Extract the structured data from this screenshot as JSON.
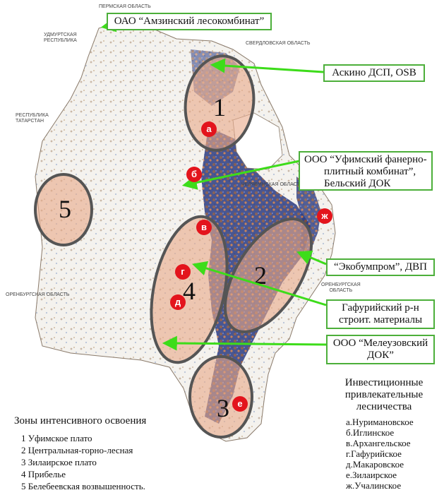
{
  "zone_labels": [
    "1",
    "2",
    "3",
    "4",
    "5"
  ],
  "forestry_markers": [
    "а",
    "б",
    "в",
    "г",
    "д",
    "е",
    "ж"
  ],
  "callouts": {
    "amzinsky": "ОАО “Амзинский лесокомбинат”",
    "askino": "Аскино ДСП, OSB",
    "ufimsky_line1": "ООО “Уфимский фанерно-",
    "ufimsky_line2": "плитный комбинат”,",
    "ufimsky_line3": "Бельский ДОК",
    "ekobumprom": "“Экобумпром”, ДВП",
    "gafury_line1": "Гафурийский р-н",
    "gafury_line2": "строит. материалы",
    "meleuz_line1": "ООО “Мелеузовский",
    "meleuz_line2": "ДОК”"
  },
  "regions": {
    "perm": "Пермская область",
    "udmurt_line1": "Удмуртская",
    "udmurt_line2": "республика",
    "sverdlovsk": "Свердловская область",
    "tatarstan_line1": "Республика",
    "tatarstan_line2": "Татарстан",
    "chelyabinsk": "Челябинская область",
    "orenburg": "Оренбургская область",
    "orenburg_e_line1": "Оренбургская",
    "orenburg_e_line2": "область"
  },
  "legend": {
    "title": "Зоны интенсивного  освоения",
    "items": [
      "1 Уфимское плато",
      "2 Центральная-горно-лесная",
      "3 Зилаирское плато",
      "4 Прибелье",
      "5 Белебеевская возвышенность."
    ]
  },
  "investment": {
    "title_line1": "Инвестиционные",
    "title_line2": "привлекательные",
    "title_line3": "лесничества",
    "items": [
      "а.Нуримановское",
      "б.Иглинское",
      "в.Архангельское",
      "г.Гафурийское",
      "д.Макаровское",
      "е.Зилаирское",
      "ж.Учалинское"
    ]
  },
  "colors": {
    "zone_fill": "#e8a888",
    "zone_border": "#555555",
    "marker": "#e3141c",
    "callout_border": "#4caf3a",
    "arrow": "#3ddc1a"
  }
}
